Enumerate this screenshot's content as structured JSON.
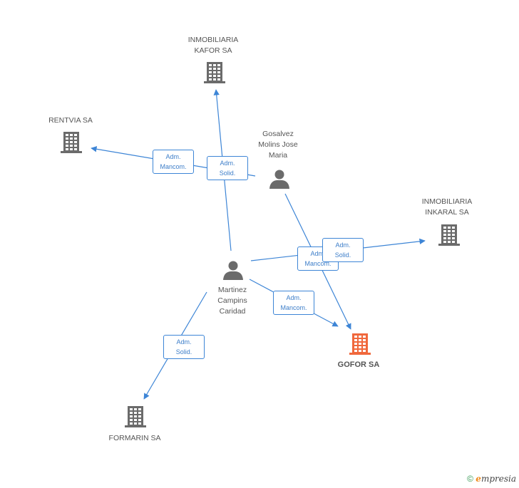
{
  "colors": {
    "edge": "#3d85d6",
    "building": "#6b6b6b",
    "main_building": "#f0683c",
    "person": "#6b6b6b"
  },
  "companies": [
    {
      "id": "kafor",
      "name": "INMOBILIARIA\nKAFOR SA",
      "icon": "building-icon"
    },
    {
      "id": "rentvia",
      "name": "RENTVIA SA",
      "icon": "building-icon"
    },
    {
      "id": "inkaral",
      "name": "INMOBILIARIA\nINKARAL SA",
      "icon": "building-icon"
    },
    {
      "id": "gofor",
      "name": "GOFOR SA",
      "icon": "building-icon",
      "highlight": true
    },
    {
      "id": "formarin",
      "name": "FORMARIN SA",
      "icon": "building-icon"
    }
  ],
  "people": [
    {
      "id": "gosalvez",
      "name": "Gosalvez\nMolins Jose\nMaria",
      "icon": "person-icon"
    },
    {
      "id": "martinez",
      "name": "Martinez\nCampins\nCaridad",
      "icon": "person-icon"
    }
  ],
  "relations": [
    {
      "from": "gosalvez",
      "to": "rentvia",
      "label": "Adm.\nMancom."
    },
    {
      "from": "gosalvez",
      "to": "gofor",
      "label": "Adm.\nMancom."
    },
    {
      "from": "martinez",
      "to": "kafor",
      "label": "Adm.\nSolid."
    },
    {
      "from": "martinez",
      "to": "inkaral",
      "label": "Adm.\nSolid."
    },
    {
      "from": "martinez",
      "to": "gofor",
      "label": "Adm.\nMancom."
    },
    {
      "from": "martinez",
      "to": "formarin",
      "label": "Adm.\nSolid."
    }
  ],
  "footer": {
    "copyright_symbol": "©",
    "brand_first": "e",
    "brand_rest": "mpresia"
  }
}
